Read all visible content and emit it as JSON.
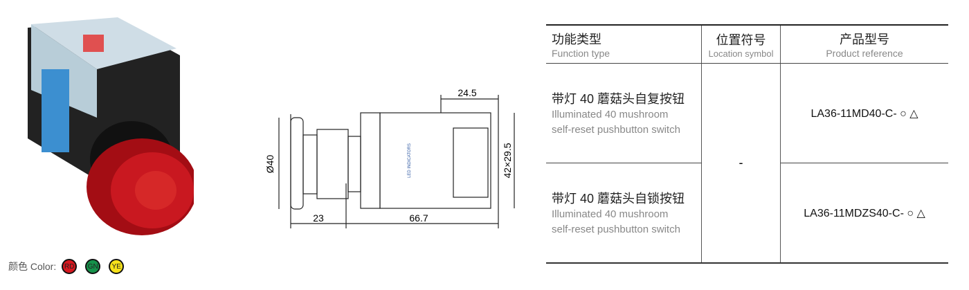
{
  "colors": {
    "label_cn": "颜色",
    "label_en": "Color:",
    "options": [
      {
        "code": "RD",
        "fill": "#d7171f"
      },
      {
        "code": "GN",
        "fill": "#15924a"
      },
      {
        "code": "YE",
        "fill": "#f7e21a"
      }
    ]
  },
  "drawing": {
    "dims": {
      "top": "24.5",
      "diameter": "Ø40",
      "height": "42×29.5",
      "left": "23",
      "right": "66.7"
    },
    "body_text": "LED INDICATORS"
  },
  "table": {
    "headers": [
      {
        "cn": "功能类型",
        "en": "Function type"
      },
      {
        "cn": "位置符号",
        "en": "Location symbol"
      },
      {
        "cn": "产品型号",
        "en": "Product reference"
      }
    ],
    "location_symbol": "-",
    "rows": [
      {
        "cn": "带灯 40 蘑菇头自复按钮",
        "en1": "Illuminated 40 mushroom",
        "en2": "self-reset pushbutton switch",
        "ref": "LA36-11MD40-C- ○ △"
      },
      {
        "cn": "带灯 40 蘑菇头自锁按钮",
        "en1": "Illuminated 40 mushroom",
        "en2": "self-reset pushbutton switch",
        "ref": "LA36-11MDZS40-C- ○ △"
      }
    ]
  }
}
